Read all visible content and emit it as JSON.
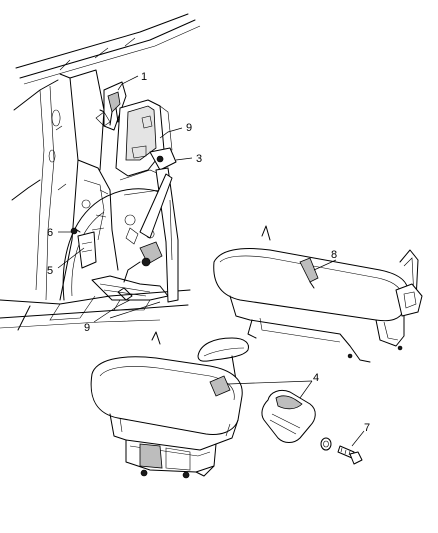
{
  "callouts": {
    "c1": "1",
    "c3": "3",
    "c4": "4",
    "c5": "5",
    "c6": "6",
    "c7": "7",
    "c8": "8",
    "c9a": "9",
    "c9b": "9"
  }
}
